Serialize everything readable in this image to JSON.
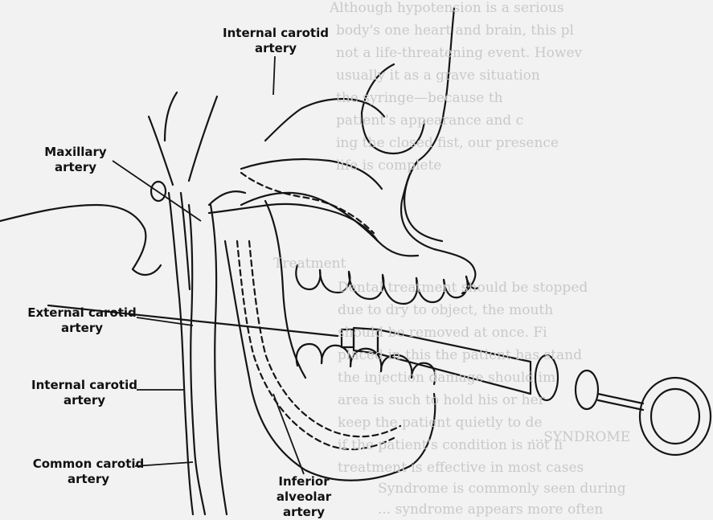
{
  "labels": {
    "internal_carotid_top": [
      "Internal carotid",
      "artery"
    ],
    "maxillary": [
      "Maxillary",
      "artery"
    ],
    "external_carotid": [
      "External carotid",
      "artery"
    ],
    "internal_carotid_bottom": [
      "Internal carotid",
      "artery"
    ],
    "common_carotid": [
      "Common carotid",
      "artery"
    ],
    "inferior_alveolar": [
      "Inferior",
      "alveolar",
      "artery"
    ]
  },
  "background_text": {
    "lines": [
      "Although hypotension is a serious",
      "body's one heart and brain, this pl",
      "not a life-threatening event. Howev",
      "usually it as a grave situation",
      "the syringe—because th",
      "patient's appearance and c",
      "ing the closed fist, our presence",
      "life is complete",
      "Treatment",
      "Dental treatment should be stopped",
      "due to dry to object, the mouth",
      "should be removed at once. Fi",
      "placed in this the patient has stand",
      "the injection damage should im",
      "area is such to hold his or her",
      "keep the patient quietly to de",
      "if the patient's condition is not li",
      "treatment is effective in most cases"
    ],
    "heading": "...SYNDROME",
    "lower_lines": [
      "Syndrome is commonly seen during",
      "... syndrome appears more often"
    ]
  },
  "colors": {
    "ink": "#151515",
    "paper": "#f2f2f2",
    "ghost_text": "#c9c9c9"
  }
}
